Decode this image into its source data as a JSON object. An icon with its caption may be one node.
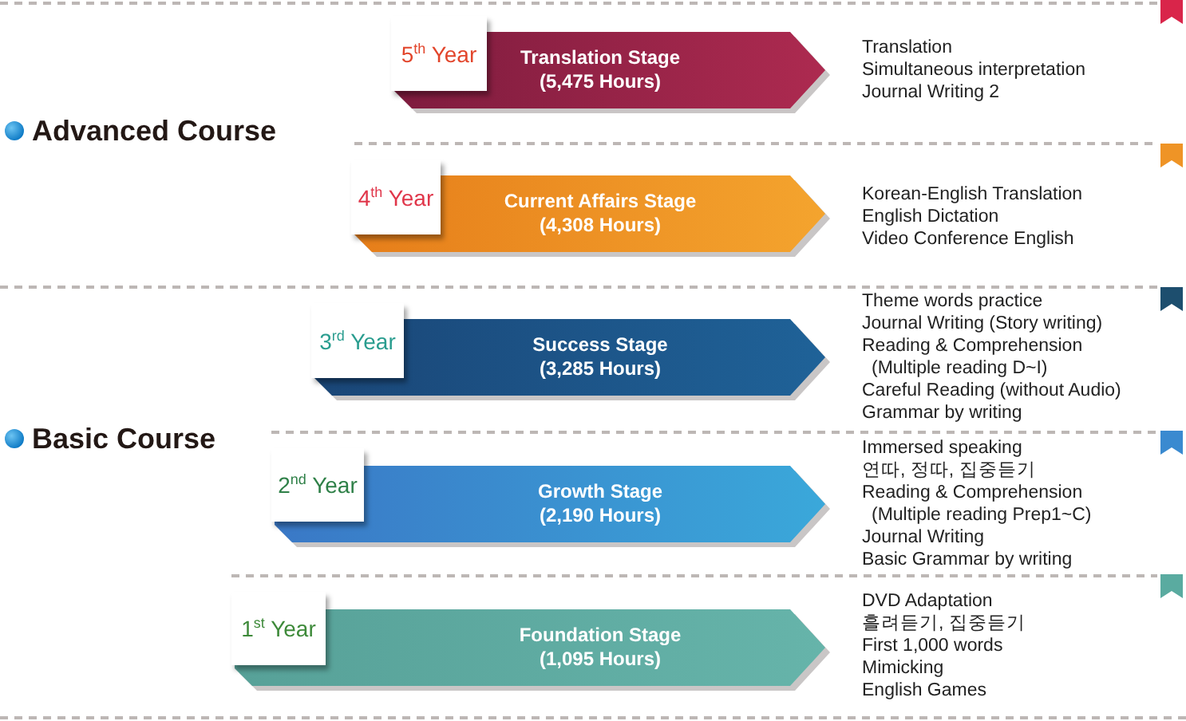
{
  "diagram": {
    "nodes": [
      {
        "text": [
          "5$^{th}$ Year"
        ]
      },
      {
        "text": [
          "Translation Stage",
          "(5,475 Hours)"
        ],
        "beside": [
          "Translation",
          "Simultaneous interpretation",
          "Journal Writing 2"
        ]
      },
      {
        "text": [
          "4$^{th}$ Year"
        ]
      },
      {
        "text": [
          "Current Affairs Stage",
          "(4,308 Hours)"
        ],
        "beside": [
          "Korean-English Translation",
          "English Dictation",
          "Video Conference English"
        ]
      },
      {
        "text": [
          "3$^{rd}$ Year"
        ]
      },
      {
        "text": [
          "Success Stage",
          "(3,285 Hours)"
        ],
        "beside": [
          "Theme words practice",
          "Journal Writing (Story writing)",
          "Reading & Comprehension (Multiple reading D~I)",
          "Careful Reading (without Audio)",
          "Grammar by writing"
        ]
      },
      {
        "text": [
          "2$^{nd}$ Year"
        ]
      },
      {
        "text": [
          "Growth Stage",
          "(2,190 Hours)"
        ],
        "beside": [
          "Immersed speaking",
          "연따, 정따, 집중듣기",
          "Reading & Comprehension (Multiple reading Prep1~C)",
          "Journal Writing",
          "Basic Grammar by writing"
        ]
      },
      {
        "text": [
          "1$^{st}$ Year"
        ]
      },
      {
        "text": [
          "Foundation Stage",
          "(1,095 Hours)"
        ],
        "beside": [
          "DVD Adaptation",
          "흘려듣기, 집중듣기",
          "First 1,000 words",
          "Mimicking",
          "English Games"
        ]
      }
    ],
    "labels": [
      "Advanced Course",
      "Basic Course"
    ]
  }
}
